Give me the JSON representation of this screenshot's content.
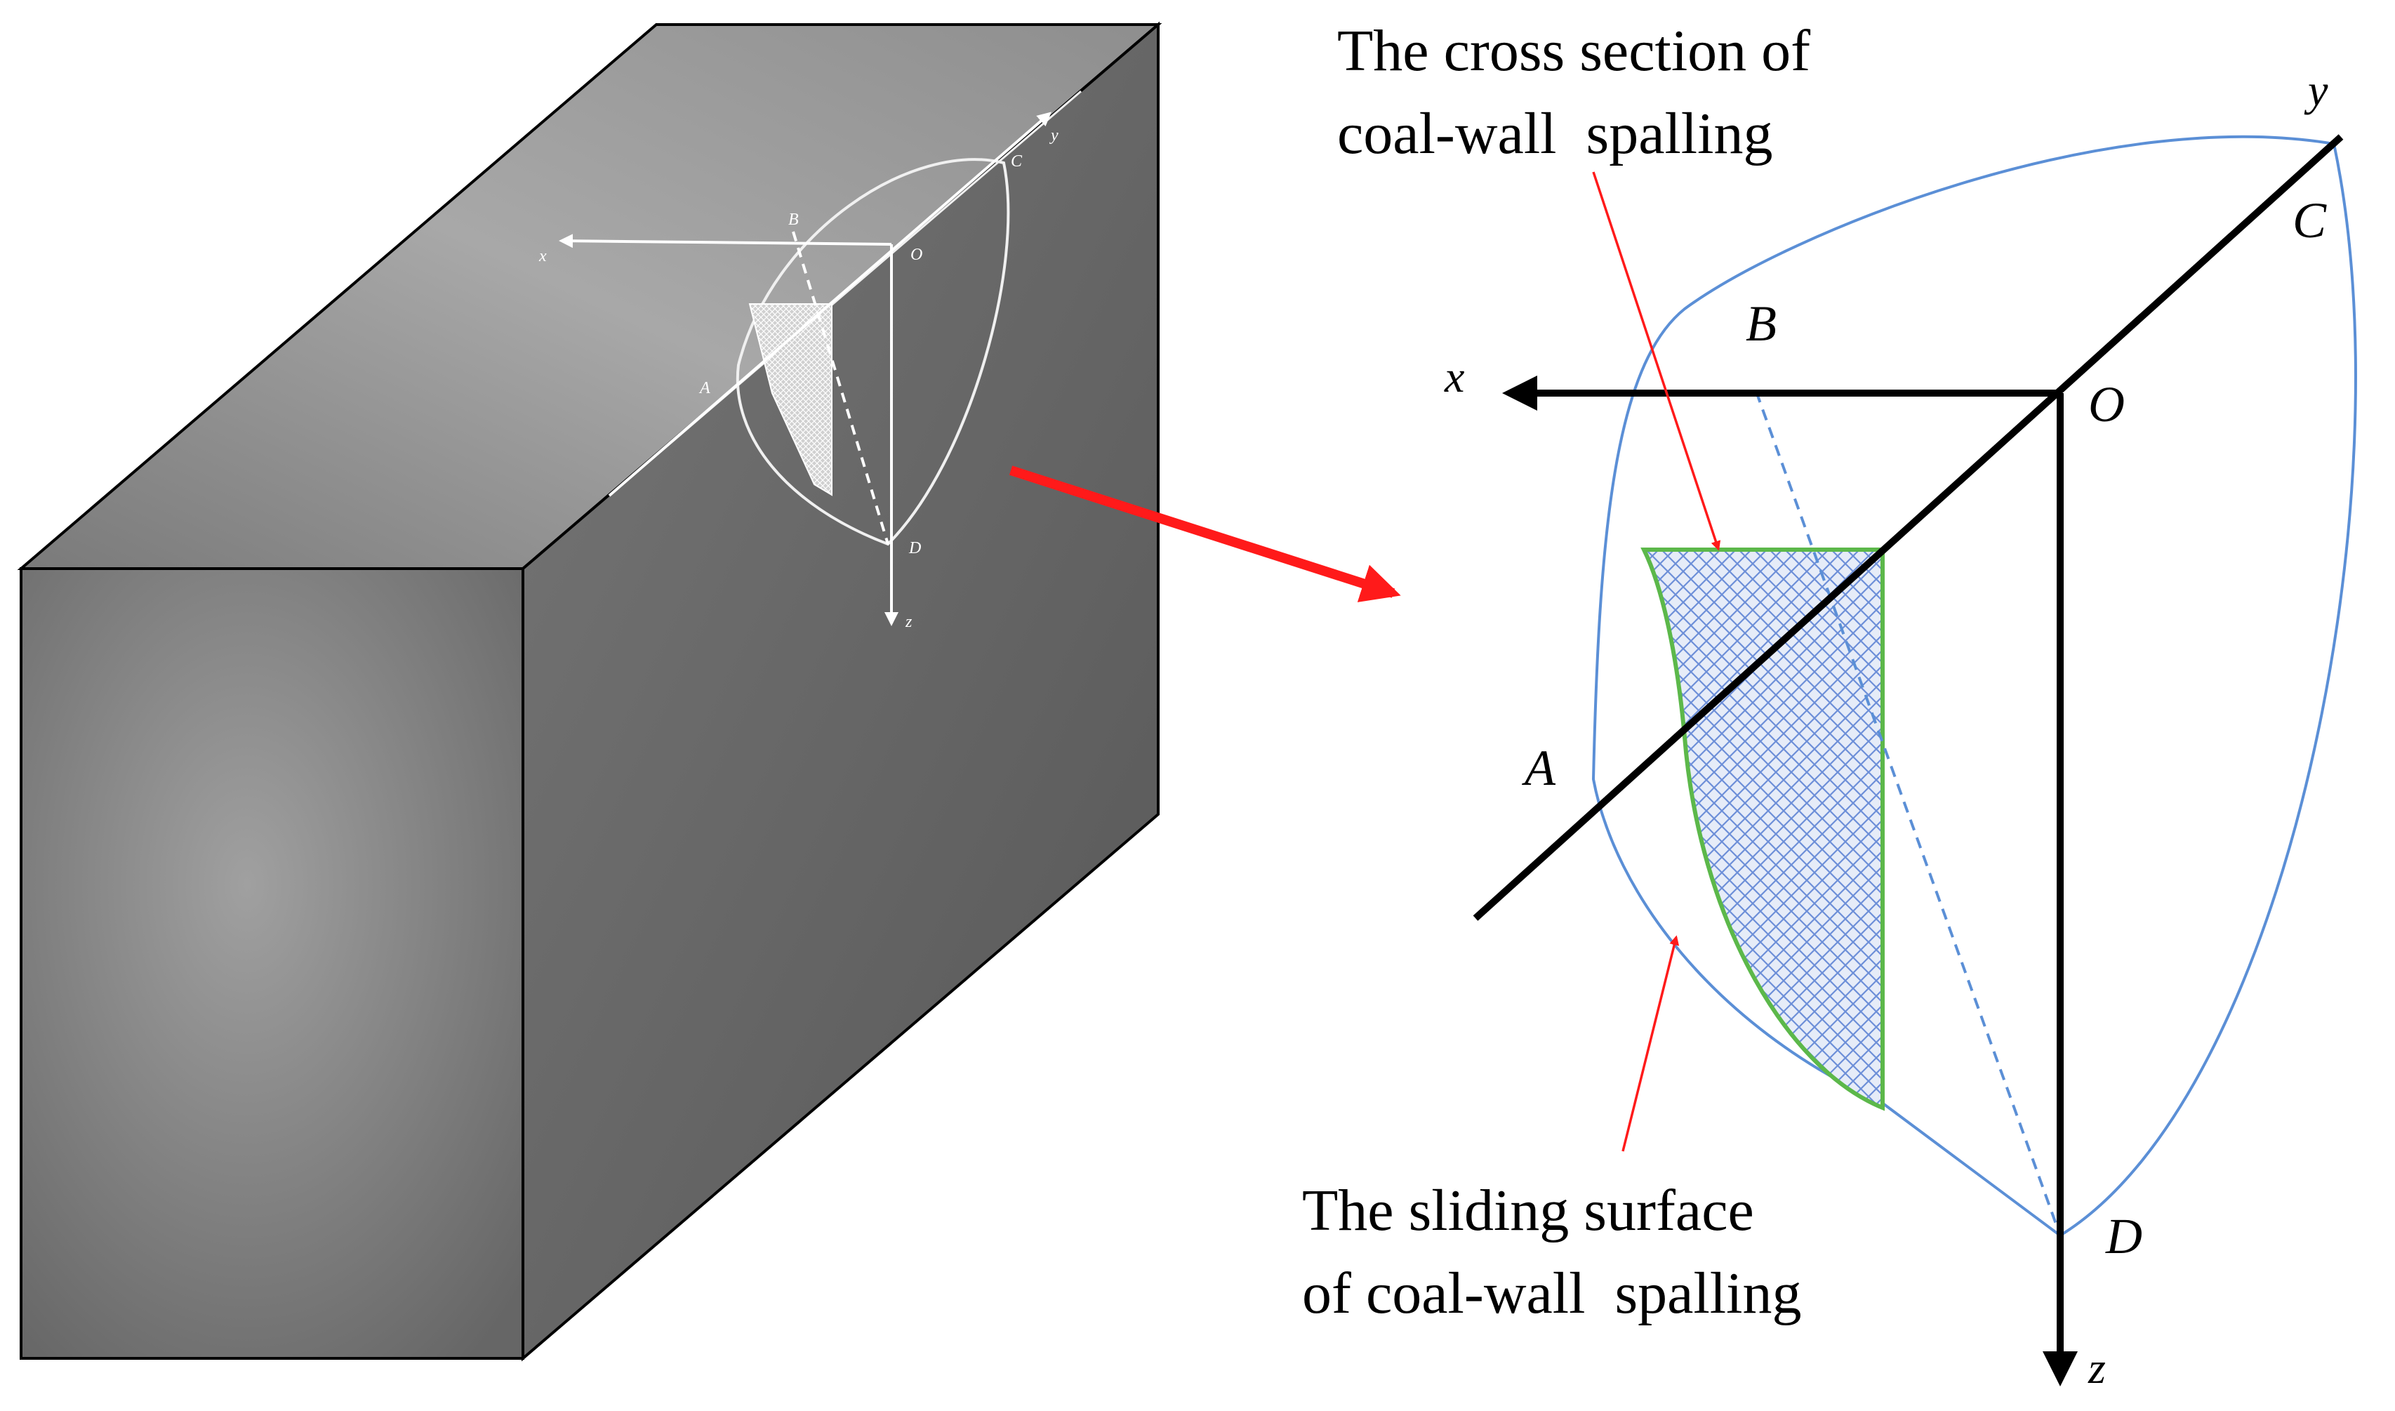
{
  "annotations": {
    "cross_section_line1": "The cross section of",
    "cross_section_line2": "coal-wall  spalling",
    "sliding_surface_line1": "The sliding surface",
    "sliding_surface_line2": "of coal-wall  spalling"
  },
  "points": {
    "A": "A",
    "B": "B",
    "C": "C",
    "D": "D",
    "O": "O"
  },
  "axes": {
    "x": "x",
    "y": "y",
    "z": "z"
  },
  "colors": {
    "outline_blue": "#5b8fd6",
    "section_green": "#5cb84a",
    "hatch_blue": "#6d8fd8",
    "arrow_red": "#ff1a1a",
    "axis_black": "#000000",
    "block_top": "#9a9a9a",
    "block_front": "#7a7a7a",
    "block_side": "#666666"
  }
}
